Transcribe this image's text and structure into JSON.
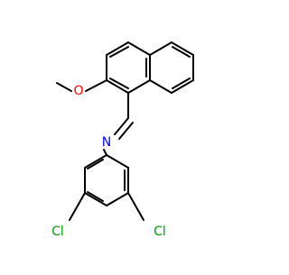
{
  "molecule": {
    "atom_labels": {
      "oxygen": "O",
      "nitrogen": "N",
      "chlorine_left": "Cl",
      "chlorine_right": "Cl"
    }
  },
  "colors": {
    "background": "#ffffff",
    "bond": "#000000",
    "oxygen": "#ff0000",
    "nitrogen": "#0000ff",
    "chlorine": "#00a000"
  }
}
